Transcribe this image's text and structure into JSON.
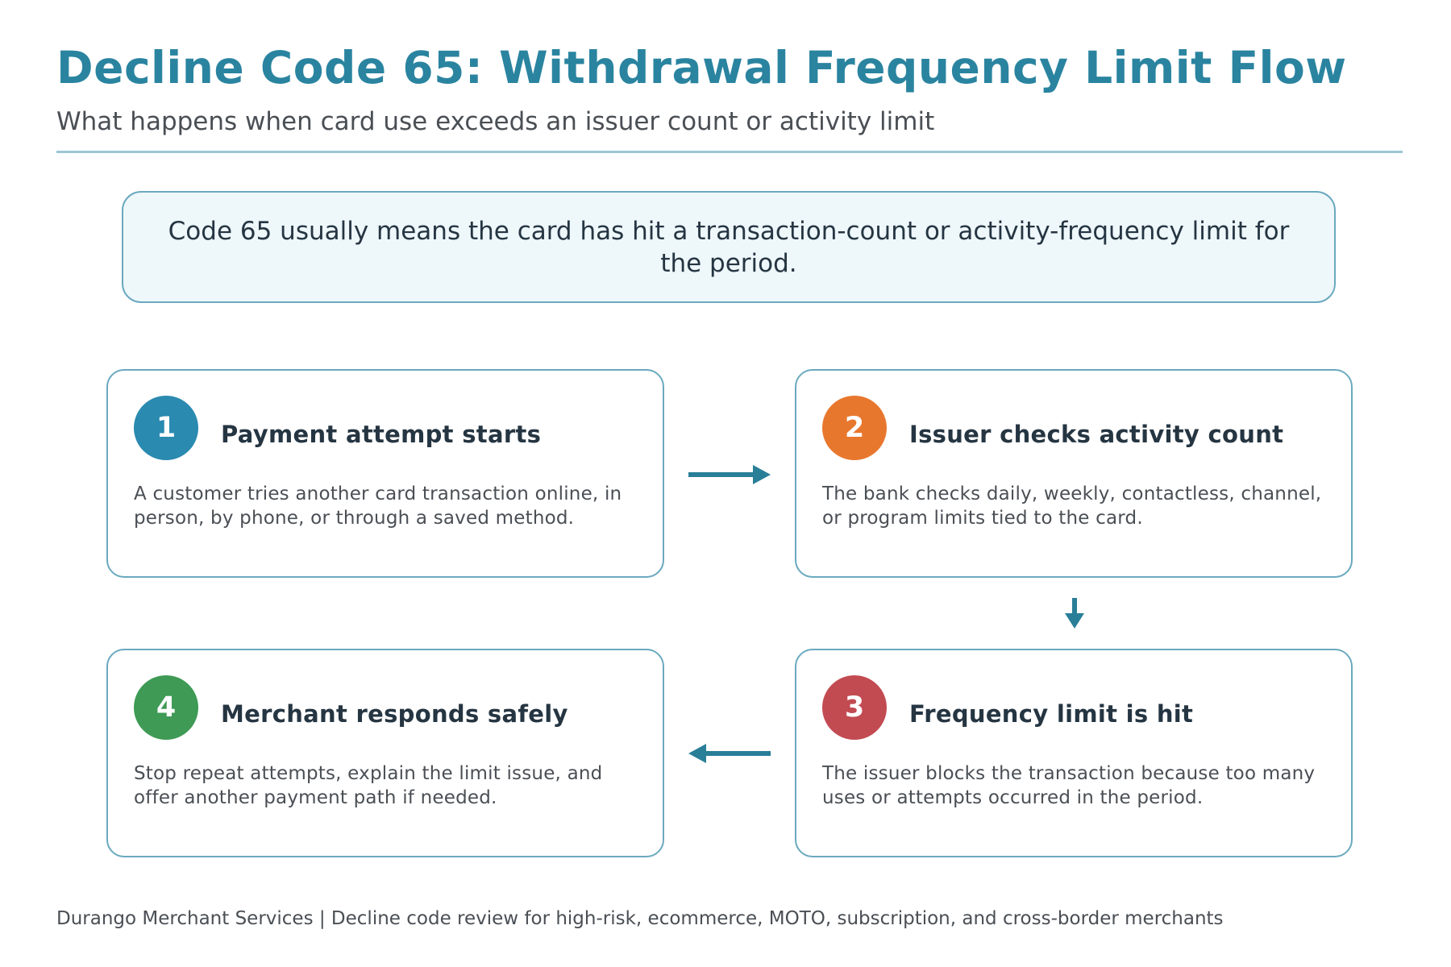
{
  "header": {
    "title": "Decline Code 65: Withdrawal Frequency Limit Flow",
    "subtitle": "What happens when card use exceeds an issuer count or activity limit"
  },
  "summary": "Code 65 usually means the card has hit a transaction-count or activity-frequency limit for the period.",
  "steps": [
    {
      "number": "1",
      "title": "Payment attempt starts",
      "body": "A customer tries another card transaction online, in person, by phone, or through a saved method.",
      "color": "#2a8ab0"
    },
    {
      "number": "2",
      "title": "Issuer checks activity count",
      "body": "The bank checks daily, weekly, contactless, channel, or program limits tied to the card.",
      "color": "#e8772e"
    },
    {
      "number": "3",
      "title": "Frequency limit is hit",
      "body": "The issuer blocks the transaction because too many uses or attempts occurred in the period.",
      "color": "#c24b52"
    },
    {
      "number": "4",
      "title": "Merchant responds safely",
      "body": "Stop repeat attempts, explain the limit issue, and offer another payment path if needed.",
      "color": "#3e9a55"
    }
  ],
  "colors": {
    "accent": "#2a84a0",
    "arrow": "#2a7f98",
    "border": "#6aa9bf"
  },
  "footer": "Durango Merchant Services | Decline code review for high-risk, ecommerce, MOTO, subscription, and cross-border merchants"
}
